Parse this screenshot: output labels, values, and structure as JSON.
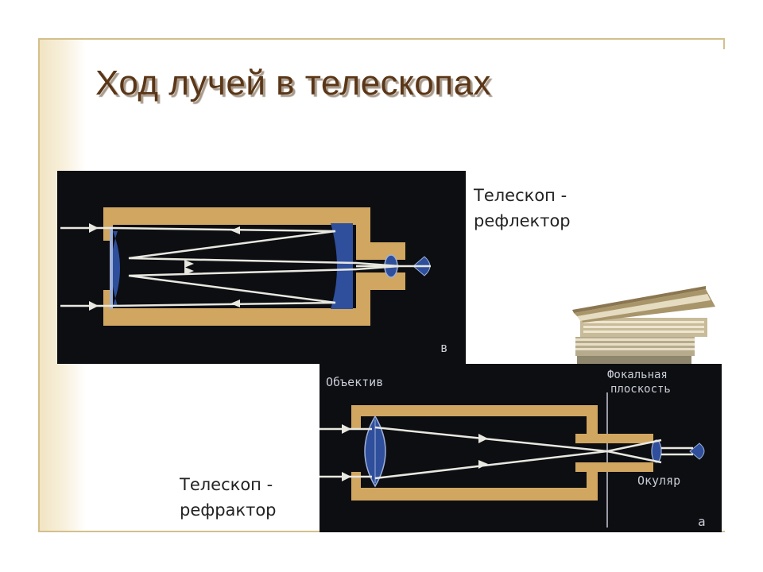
{
  "slide": {
    "title": "Ход лучей в телескопах"
  },
  "reflector": {
    "caption_line1": "Телескоп -",
    "caption_line2": "рефлектор",
    "corner_letter": "в"
  },
  "refractor": {
    "caption_line1": "Телескоп -",
    "caption_line2": "рефрактор",
    "label_objective": "Объектив",
    "label_focal_line1": "Фокальная",
    "label_focal_line2": "плоскость",
    "label_eyepiece": "Окуляр",
    "corner_letter": "а"
  },
  "colors": {
    "title": "#5a3617",
    "tube": "#d1a660",
    "diagram_bg": "#0d0e12",
    "lens": "#2f4f9c"
  }
}
